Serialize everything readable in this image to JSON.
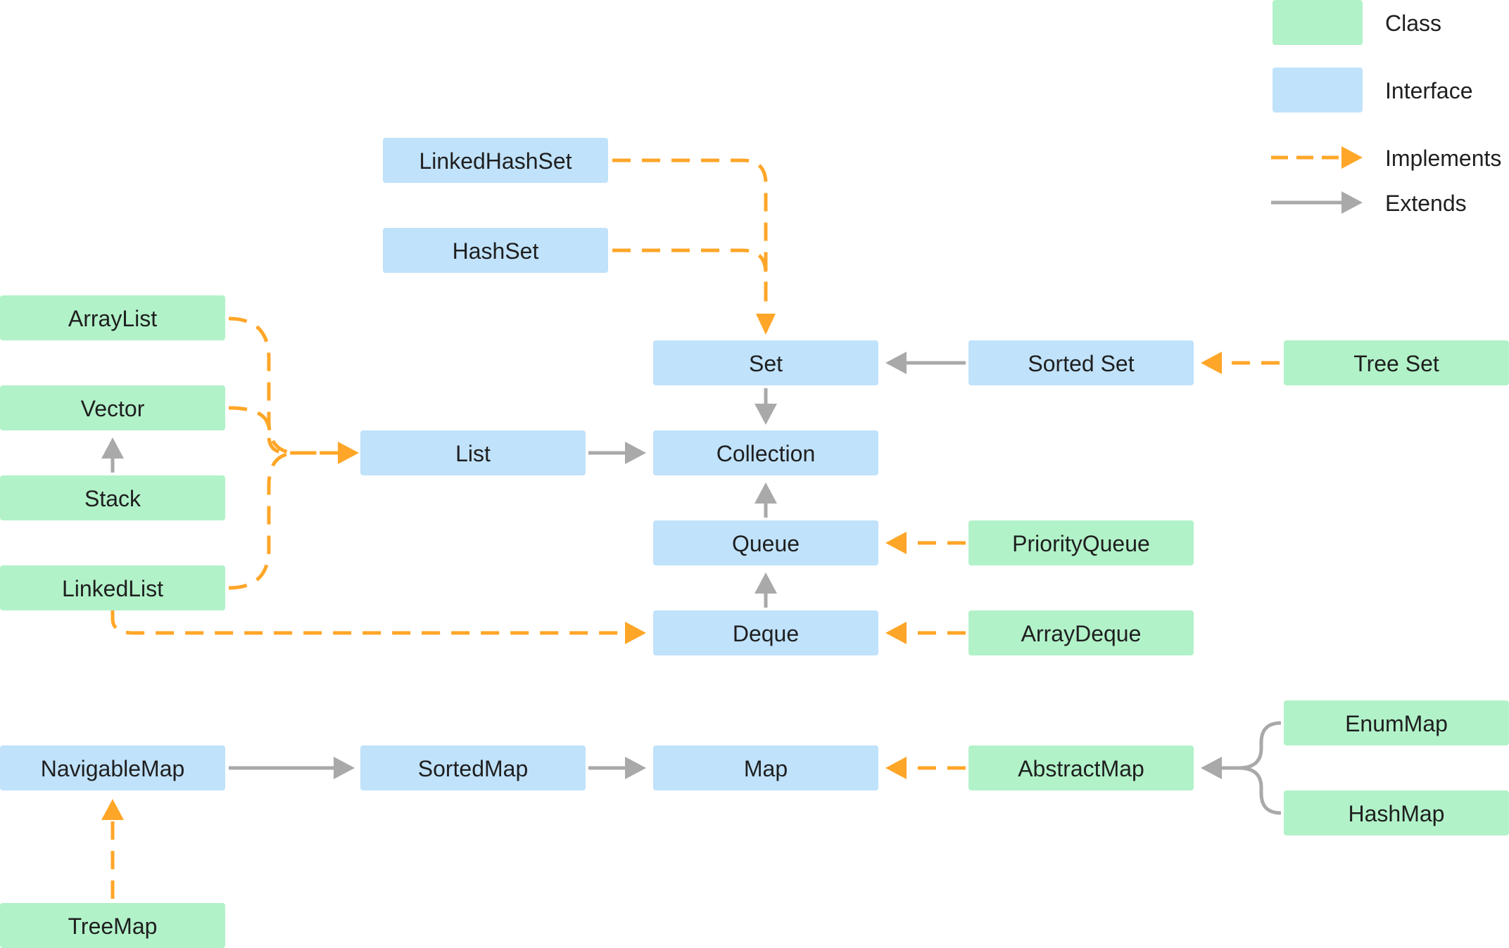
{
  "colors": {
    "class_fill": "#B2F2C9",
    "interface_fill": "#C0E2FB",
    "implements_stroke": "#FFA628",
    "extends_stroke": "#A9A9A9",
    "text": "#1f1f1f"
  },
  "legend": {
    "class_label": "Class",
    "interface_label": "Interface",
    "implements_label": "Implements",
    "extends_label": "Extends"
  },
  "nodes": {
    "linkedhashset": {
      "label": "LinkedHashSet",
      "kind": "interface"
    },
    "hashset": {
      "label": "HashSet",
      "kind": "interface"
    },
    "arraylist": {
      "label": "ArrayList",
      "kind": "class"
    },
    "vector": {
      "label": "Vector",
      "kind": "class"
    },
    "stack": {
      "label": "Stack",
      "kind": "class"
    },
    "linkedlist": {
      "label": "LinkedList",
      "kind": "class"
    },
    "list": {
      "label": "List",
      "kind": "interface"
    },
    "set": {
      "label": "Set",
      "kind": "interface"
    },
    "collection": {
      "label": "Collection",
      "kind": "interface"
    },
    "queue": {
      "label": "Queue",
      "kind": "interface"
    },
    "deque": {
      "label": "Deque",
      "kind": "interface"
    },
    "sortedset": {
      "label": "Sorted Set",
      "kind": "interface"
    },
    "treeset": {
      "label": "Tree Set",
      "kind": "class"
    },
    "priorityqueue": {
      "label": "PriorityQueue",
      "kind": "class"
    },
    "arraydeque": {
      "label": "ArrayDeque",
      "kind": "class"
    },
    "navigablemap": {
      "label": "NavigableMap",
      "kind": "interface"
    },
    "sortedmap": {
      "label": "SortedMap",
      "kind": "interface"
    },
    "map": {
      "label": "Map",
      "kind": "interface"
    },
    "abstractmap": {
      "label": "AbstractMap",
      "kind": "class"
    },
    "enummap": {
      "label": "EnumMap",
      "kind": "class"
    },
    "hashmap": {
      "label": "HashMap",
      "kind": "class"
    },
    "treemap": {
      "label": "TreeMap",
      "kind": "class"
    }
  },
  "edges": [
    {
      "from": "linkedhashset",
      "to": "set",
      "type": "implements"
    },
    {
      "from": "hashset",
      "to": "set",
      "type": "implements"
    },
    {
      "from": "arraylist",
      "to": "list",
      "type": "implements"
    },
    {
      "from": "vector",
      "to": "list",
      "type": "implements"
    },
    {
      "from": "linkedlist",
      "to": "list",
      "type": "implements"
    },
    {
      "from": "linkedlist",
      "to": "deque",
      "type": "implements"
    },
    {
      "from": "stack",
      "to": "vector",
      "type": "extends"
    },
    {
      "from": "list",
      "to": "collection",
      "type": "extends"
    },
    {
      "from": "set",
      "to": "collection",
      "type": "extends"
    },
    {
      "from": "queue",
      "to": "collection",
      "type": "extends"
    },
    {
      "from": "deque",
      "to": "queue",
      "type": "extends"
    },
    {
      "from": "sortedset",
      "to": "set",
      "type": "extends"
    },
    {
      "from": "treeset",
      "to": "sortedset",
      "type": "implements"
    },
    {
      "from": "priorityqueue",
      "to": "queue",
      "type": "implements"
    },
    {
      "from": "arraydeque",
      "to": "deque",
      "type": "implements"
    },
    {
      "from": "navigablemap",
      "to": "sortedmap",
      "type": "extends"
    },
    {
      "from": "sortedmap",
      "to": "map",
      "type": "extends"
    },
    {
      "from": "abstractmap",
      "to": "map",
      "type": "implements"
    },
    {
      "from": "enummap",
      "to": "abstractmap",
      "type": "extends"
    },
    {
      "from": "hashmap",
      "to": "abstractmap",
      "type": "extends"
    },
    {
      "from": "treemap",
      "to": "navigablemap",
      "type": "implements"
    }
  ]
}
